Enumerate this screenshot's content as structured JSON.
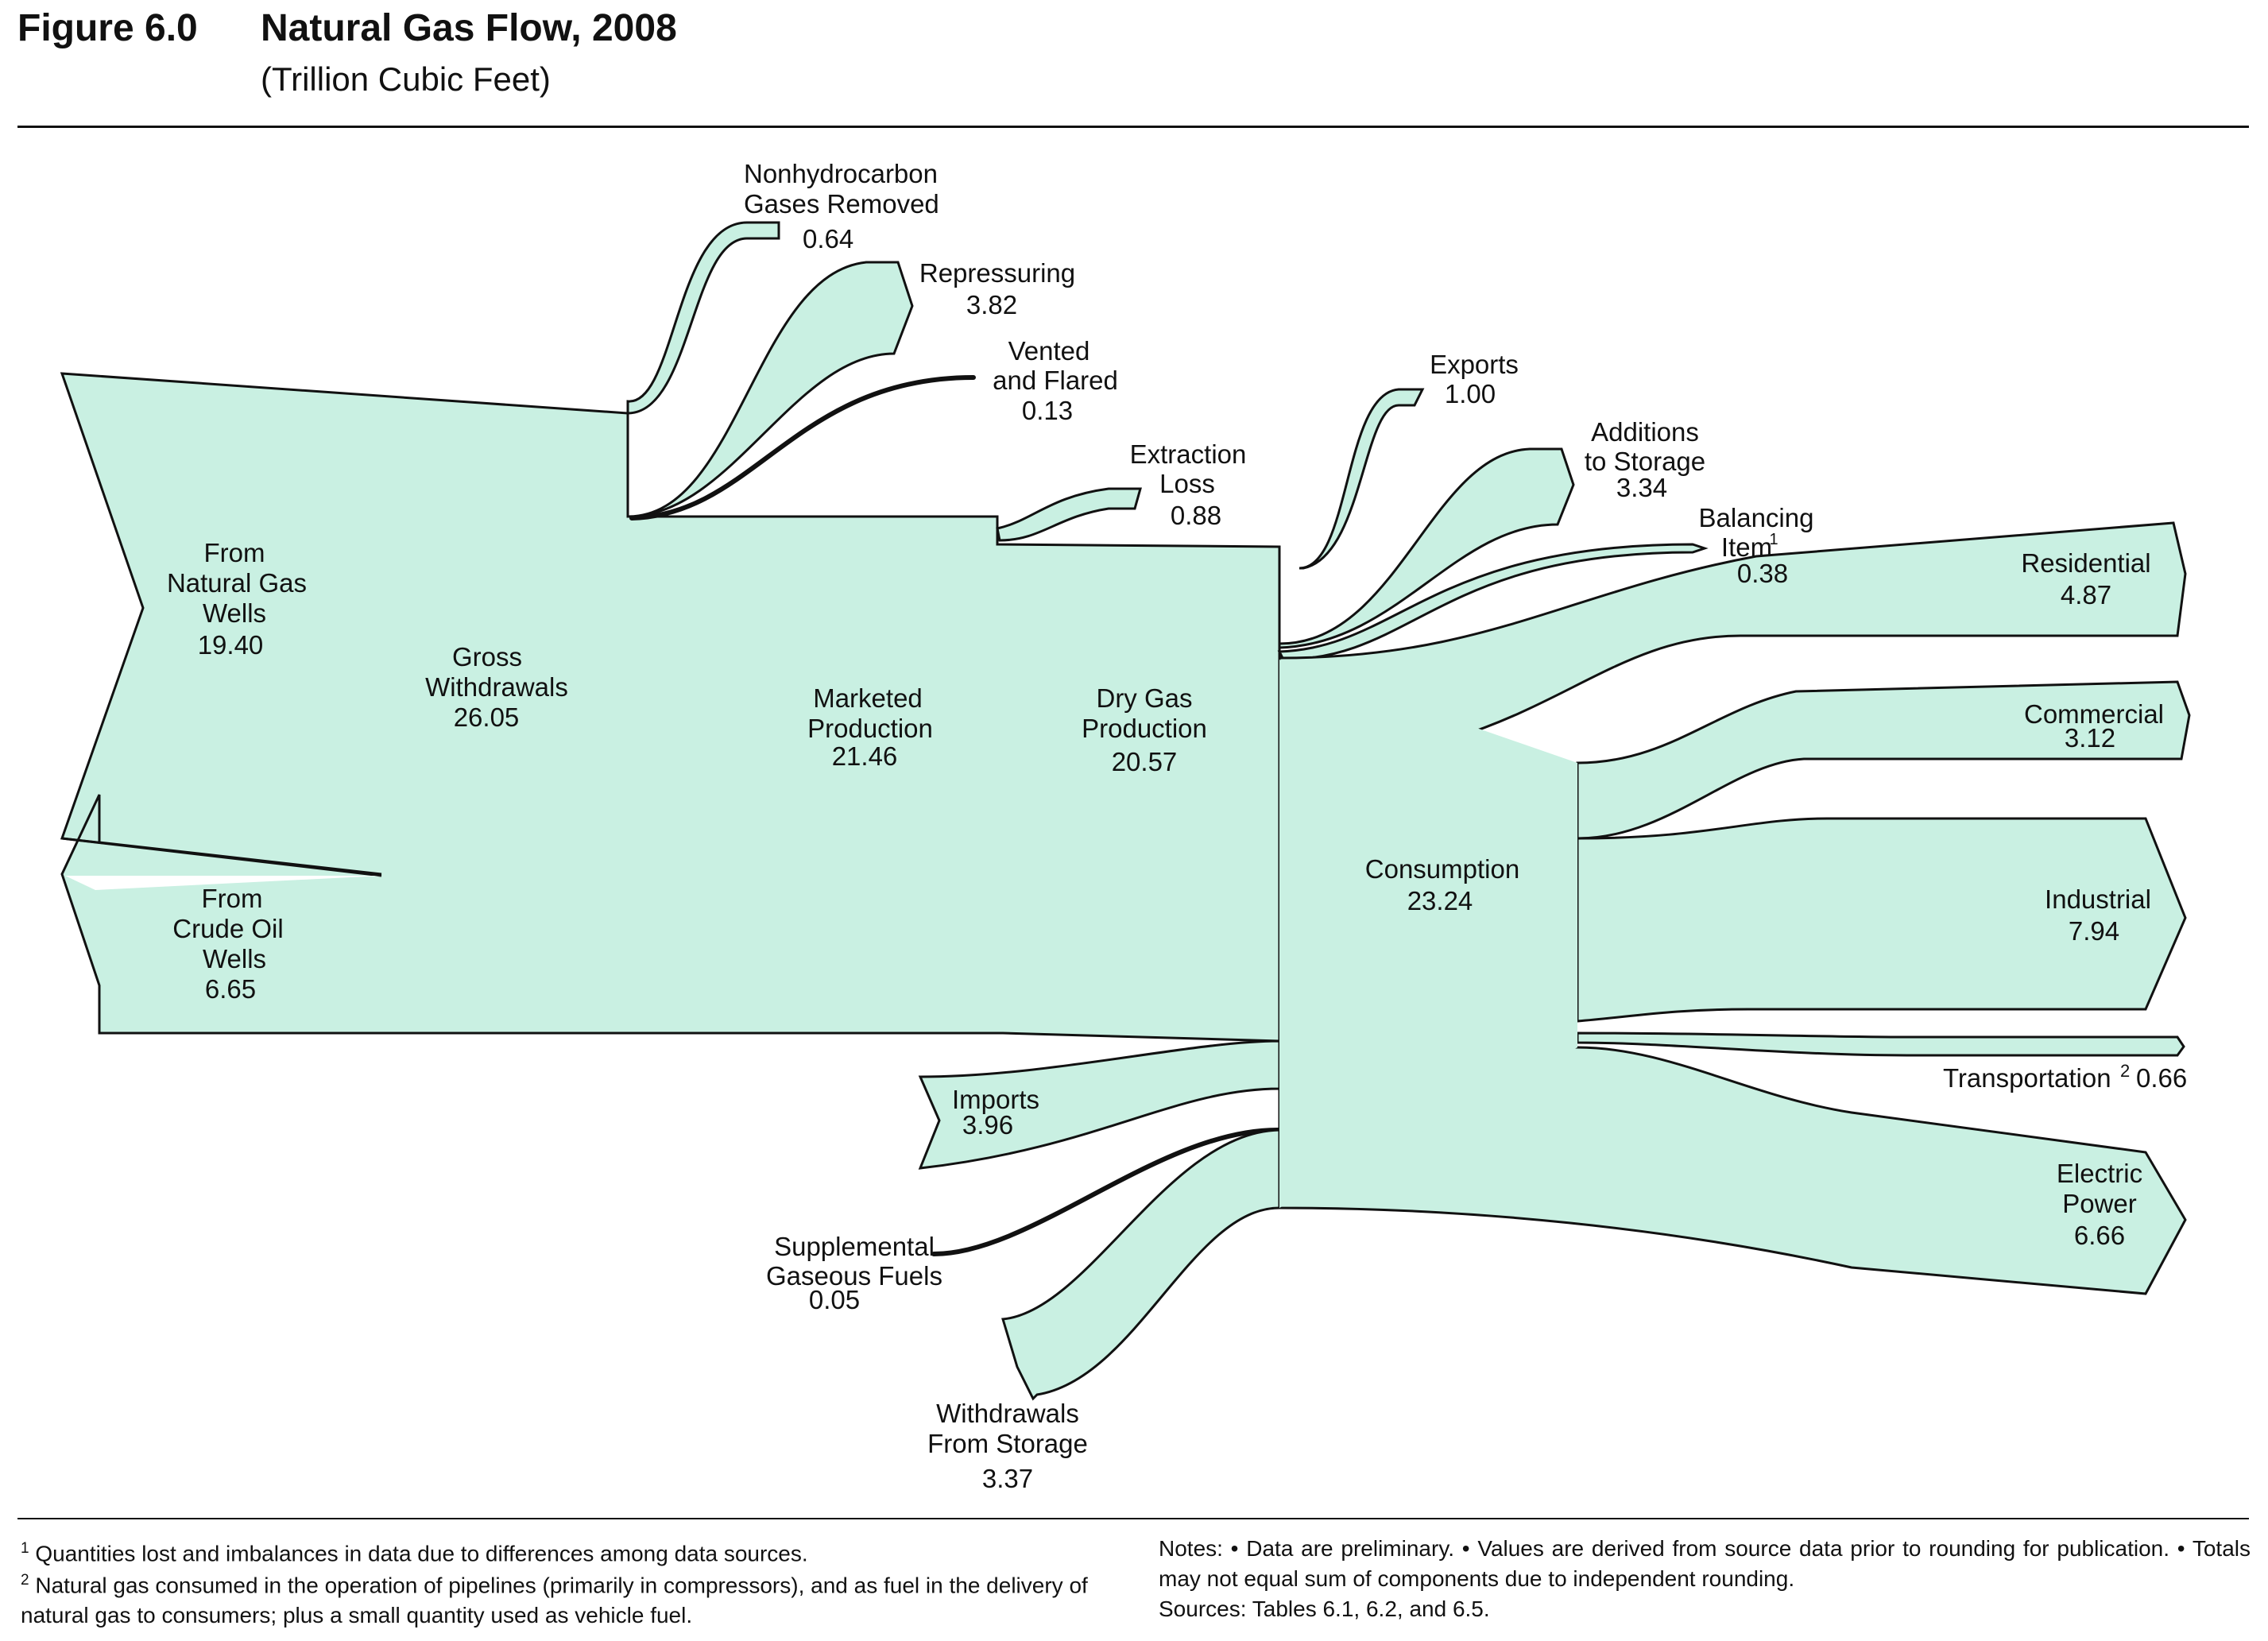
{
  "figure": {
    "number": "Figure 6.0",
    "title": "Natural Gas Flow, 2008",
    "subtitle": "(Trillion Cubic Feet)"
  },
  "nodes": {
    "natural_gas_wells": {
      "lines": [
        "From",
        "Natural Gas",
        "Wells"
      ],
      "value": "19.40"
    },
    "crude_oil_wells": {
      "lines": [
        "From",
        "Crude Oil",
        "Wells"
      ],
      "value": "6.65"
    },
    "gross_withdrawals": {
      "lines": [
        "Gross",
        "Withdrawals"
      ],
      "value": "26.05"
    },
    "nonhydrocarbon": {
      "lines": [
        "Nonhydrocarbon",
        "Gases Removed"
      ],
      "value": "0.64"
    },
    "repressuring": {
      "lines": [
        "Repressuring"
      ],
      "value": "3.82"
    },
    "vented_flared": {
      "lines": [
        "Vented",
        "and Flared"
      ],
      "value": "0.13"
    },
    "marketed_production": {
      "lines": [
        "Marketed",
        "Production"
      ],
      "value": "21.46"
    },
    "extraction_loss": {
      "lines": [
        "Extraction",
        "Loss"
      ],
      "value": "0.88"
    },
    "dry_gas_production": {
      "lines": [
        "Dry Gas",
        "Production"
      ],
      "value": "20.57"
    },
    "exports": {
      "lines": [
        "Exports"
      ],
      "value": "1.00"
    },
    "additions_storage": {
      "lines": [
        "Additions",
        "to Storage"
      ],
      "value": "3.34"
    },
    "balancing_item": {
      "lines": [
        "Balancing",
        "Item"
      ],
      "marker": "1",
      "value": "0.38"
    },
    "imports": {
      "lines": [
        "Imports"
      ],
      "value": "3.96"
    },
    "supplemental": {
      "lines": [
        "Supplemental",
        "Gaseous Fuels"
      ],
      "value": "0.05"
    },
    "withdrawals_storage": {
      "lines": [
        "Withdrawals",
        "From Storage"
      ],
      "value": "3.37"
    },
    "consumption": {
      "lines": [
        "Consumption"
      ],
      "value": "23.24"
    },
    "residential": {
      "lines": [
        "Residential"
      ],
      "value": "4.87"
    },
    "commercial": {
      "lines": [
        "Commercial"
      ],
      "value": "3.12"
    },
    "industrial": {
      "lines": [
        "Industrial"
      ],
      "value": "7.94"
    },
    "transportation": {
      "lines": [
        "Transportation"
      ],
      "marker": "2",
      "value": "0.66"
    },
    "electric_power": {
      "lines": [
        "Electric",
        "Power"
      ],
      "value": "6.66"
    }
  },
  "footnotes": {
    "fn1_marker": "1",
    "fn1": "Quantities lost and imbalances in data due to differences among data sources.",
    "fn2_marker": "2",
    "fn2": "Natural gas consumed in the operation of pipelines (primarily in compressors), and as fuel in the delivery of natural gas to consumers; plus a small quantity used as vehicle fuel."
  },
  "notes": "Notes: • Data are preliminary. • Values are derived from source data prior to rounding for publication. • Totals may not equal sum of components due to independent rounding.",
  "sources": "Sources: Tables 6.1, 6.2, and 6.5.",
  "colors": {
    "flow_fill": "#c9f0e2",
    "outline": "#111111"
  }
}
